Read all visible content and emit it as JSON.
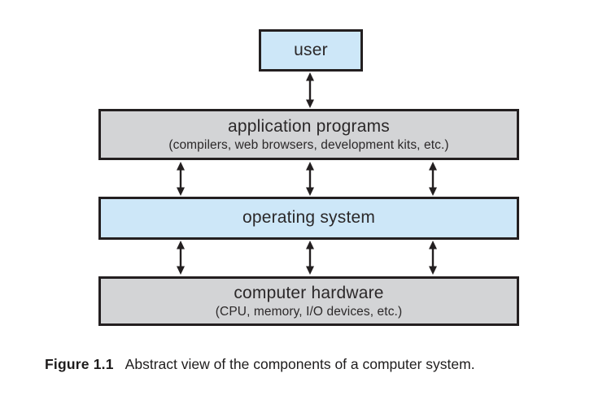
{
  "figure": {
    "boxes": {
      "user": {
        "label": "user"
      },
      "applications": {
        "label": "application programs",
        "sublabel": "(compilers, web browsers, development kits, etc.)"
      },
      "os": {
        "label": "operating system"
      },
      "hardware": {
        "label": "computer hardware",
        "sublabel": "(CPU, memory, I/O devices, etc.)"
      }
    },
    "connections": [
      {
        "from": "user",
        "to": "application programs",
        "style": "double-headed-arrow",
        "count": 1
      },
      {
        "from": "application programs",
        "to": "operating system",
        "style": "double-headed-arrow",
        "count": 3
      },
      {
        "from": "operating system",
        "to": "computer hardware",
        "style": "double-headed-arrow",
        "count": 3
      }
    ],
    "colors": {
      "highlight_fill": "#cde7f8",
      "neutral_fill": "#d3d4d6",
      "outline": "#231f20"
    }
  },
  "caption": {
    "label": "Figure 1.1",
    "text": "Abstract view of the components of a computer system."
  }
}
